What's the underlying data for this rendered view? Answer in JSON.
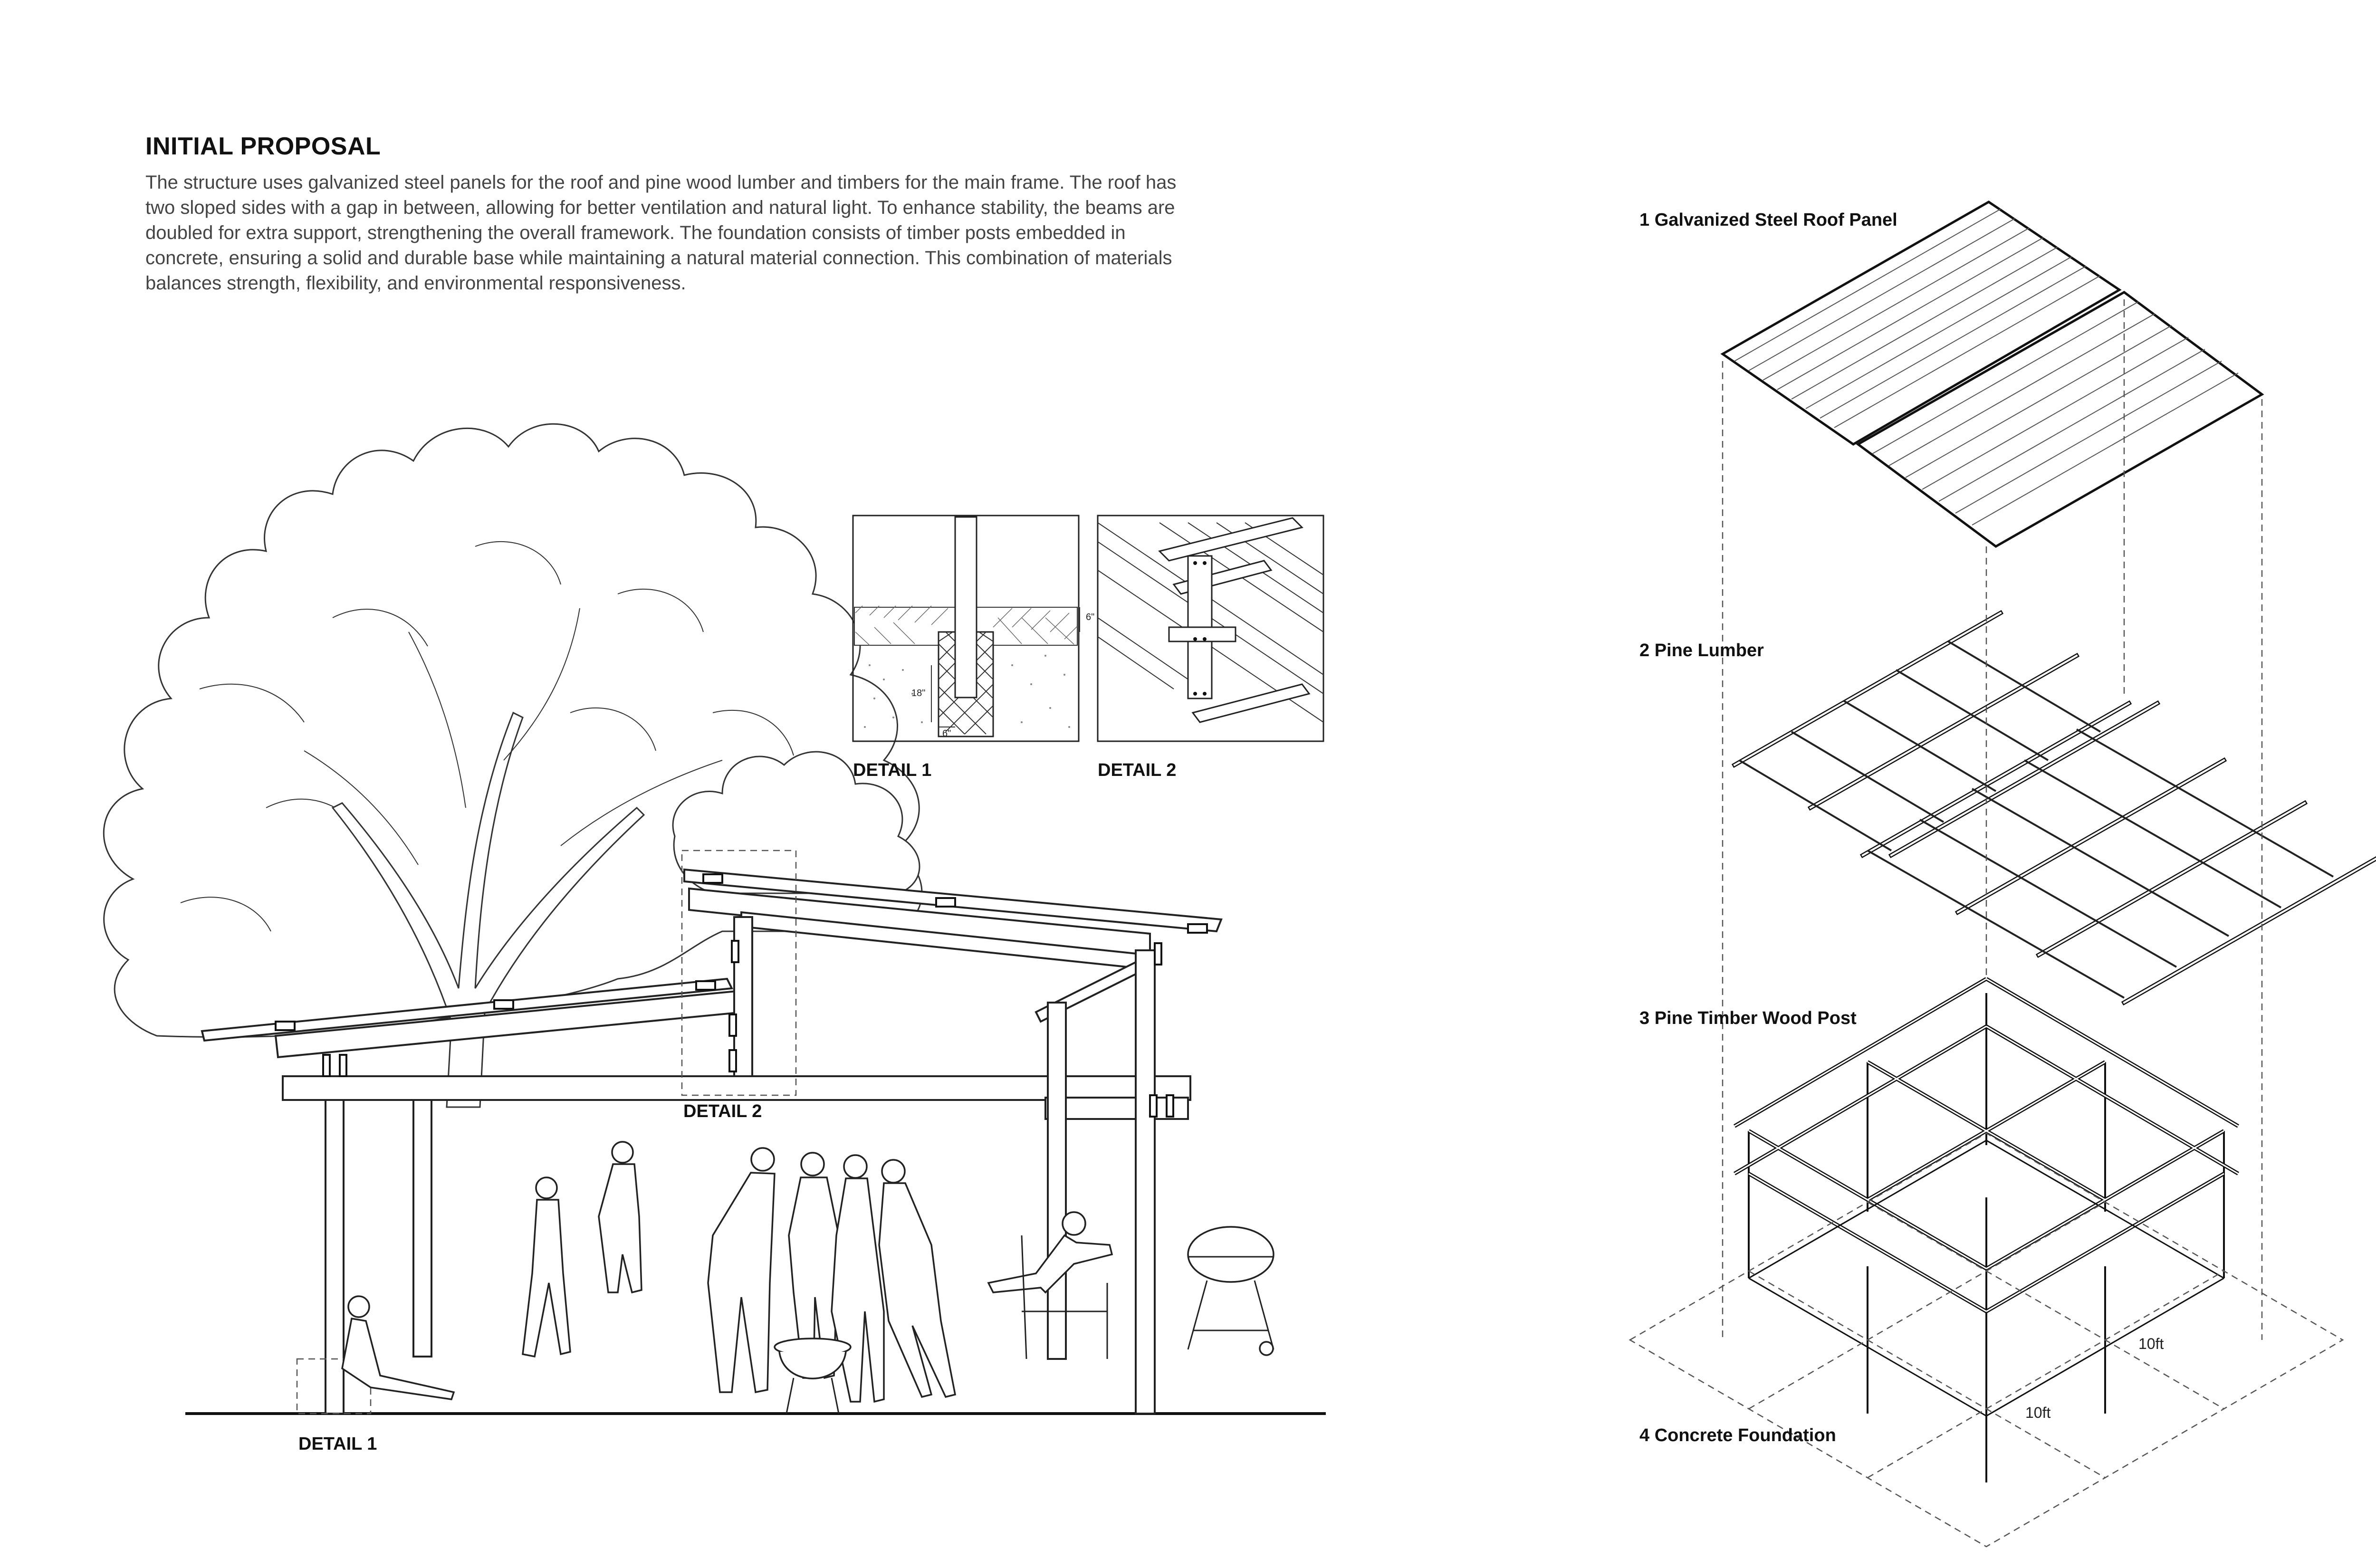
{
  "header": {
    "title": "INITIAL PROPOSAL",
    "description": "The structure uses galvanized steel panels for the roof and pine wood lumber and timbers for the main frame. The roof has two sloped sides with a gap in between, allowing for better ventilation and natural light. To enhance stability, the beams are doubled for extra support, strengthening the overall framework. The foundation consists of timber posts embedded in concrete, ensuring a solid and durable base while maintaining a natural material connection. This combination of materials balances strength, flexibility, and environmental responsiveness."
  },
  "details": {
    "detail1_title": "DETAIL 1",
    "detail2_title": "DETAIL 2",
    "dim_6in_top": "6\"",
    "dim_18in": "18\"",
    "dim_6in_bottom": "6\""
  },
  "section": {
    "detail1_tag": "DETAIL 1",
    "detail2_tag": "DETAIL 2"
  },
  "exploded": {
    "layer1": "1  Galvanized Steel Roof Panel",
    "layer2": "2  Pine Lumber",
    "layer3": "3  Pine Timber Wood Post",
    "layer4": "4  Concrete Foundation",
    "dim_a": "10ft",
    "dim_b": "10ft"
  }
}
